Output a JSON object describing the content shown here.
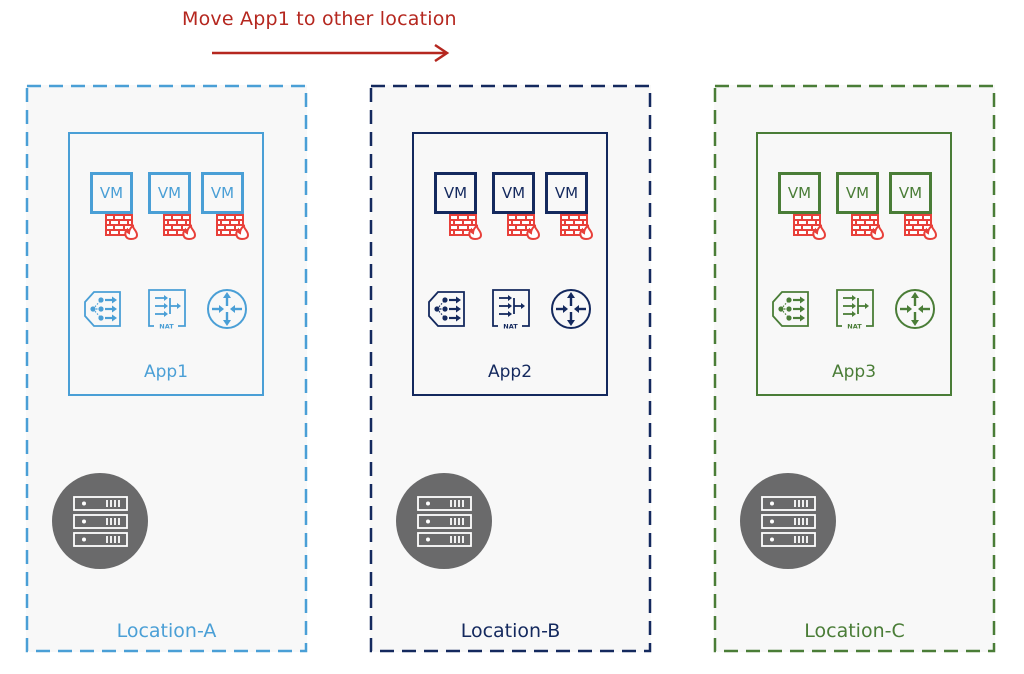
{
  "header": {
    "title": "Move App1 to other location",
    "title_color": "#b5271f",
    "arrow_icon": "arrow-right-icon"
  },
  "locations": [
    {
      "label": "Location-A",
      "color": "#4a9fd6",
      "app": {
        "label": "App1",
        "vms": [
          "VM",
          "VM",
          "VM"
        ],
        "network_icons": [
          "load-balancer-icon",
          "nat-icon",
          "router-icon"
        ],
        "nat_label": "NAT"
      },
      "server_icon": "server-rack-icon"
    },
    {
      "label": "Location-B",
      "color": "#14295e",
      "app": {
        "label": "App2",
        "vms": [
          "VM",
          "VM",
          "VM"
        ],
        "network_icons": [
          "load-balancer-icon",
          "nat-icon",
          "router-icon"
        ],
        "nat_label": "NAT"
      },
      "server_icon": "server-rack-icon"
    },
    {
      "label": "Location-C",
      "color": "#4a7d37",
      "app": {
        "label": "App3",
        "vms": [
          "VM",
          "VM",
          "VM"
        ],
        "network_icons": [
          "load-balancer-icon",
          "nat-icon",
          "router-icon"
        ],
        "nat_label": "NAT"
      },
      "server_icon": "server-rack-icon"
    }
  ],
  "colors": {
    "firewall": "#e8403a",
    "server_bg": "#6a6a6b",
    "background": "#f8f8f8"
  }
}
